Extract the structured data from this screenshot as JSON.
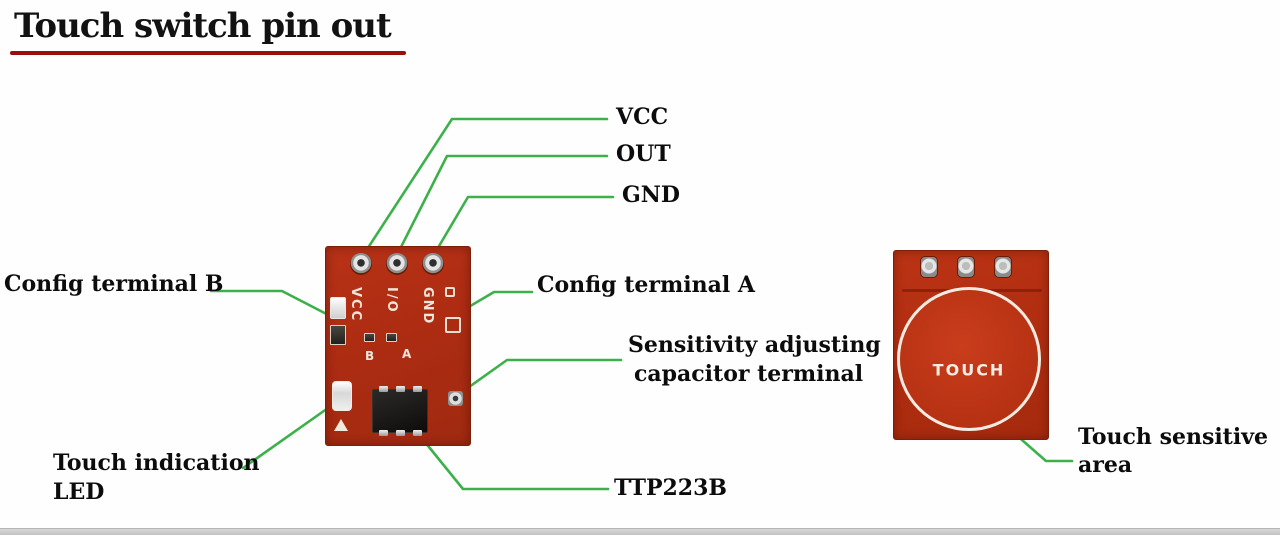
{
  "title": "Touch switch pin out",
  "pin_labels": {
    "vcc": "VCC",
    "out": "OUT",
    "gnd": "GND"
  },
  "callouts": {
    "config_b": "Config terminal B",
    "config_a": "Config terminal A",
    "sensitivity": [
      "Sensitivity adjusting",
      "capacitor terminal"
    ],
    "led": [
      "Touch indication",
      "LED"
    ],
    "chip": "TTP223B",
    "touch_area": [
      "Touch sensitive",
      "area"
    ]
  },
  "board_front": {
    "silk": {
      "pin1": "VCC",
      "pin2": "I/O",
      "pin3": "GND",
      "b": "B",
      "a": "A"
    }
  },
  "board_back": {
    "touch_label": "TOUCH"
  },
  "colors": {
    "leader_green": "#3cb14a",
    "pcb_red": "#b02d10",
    "title_underline": "#9b0e0e",
    "text": "#0c0c0c"
  }
}
